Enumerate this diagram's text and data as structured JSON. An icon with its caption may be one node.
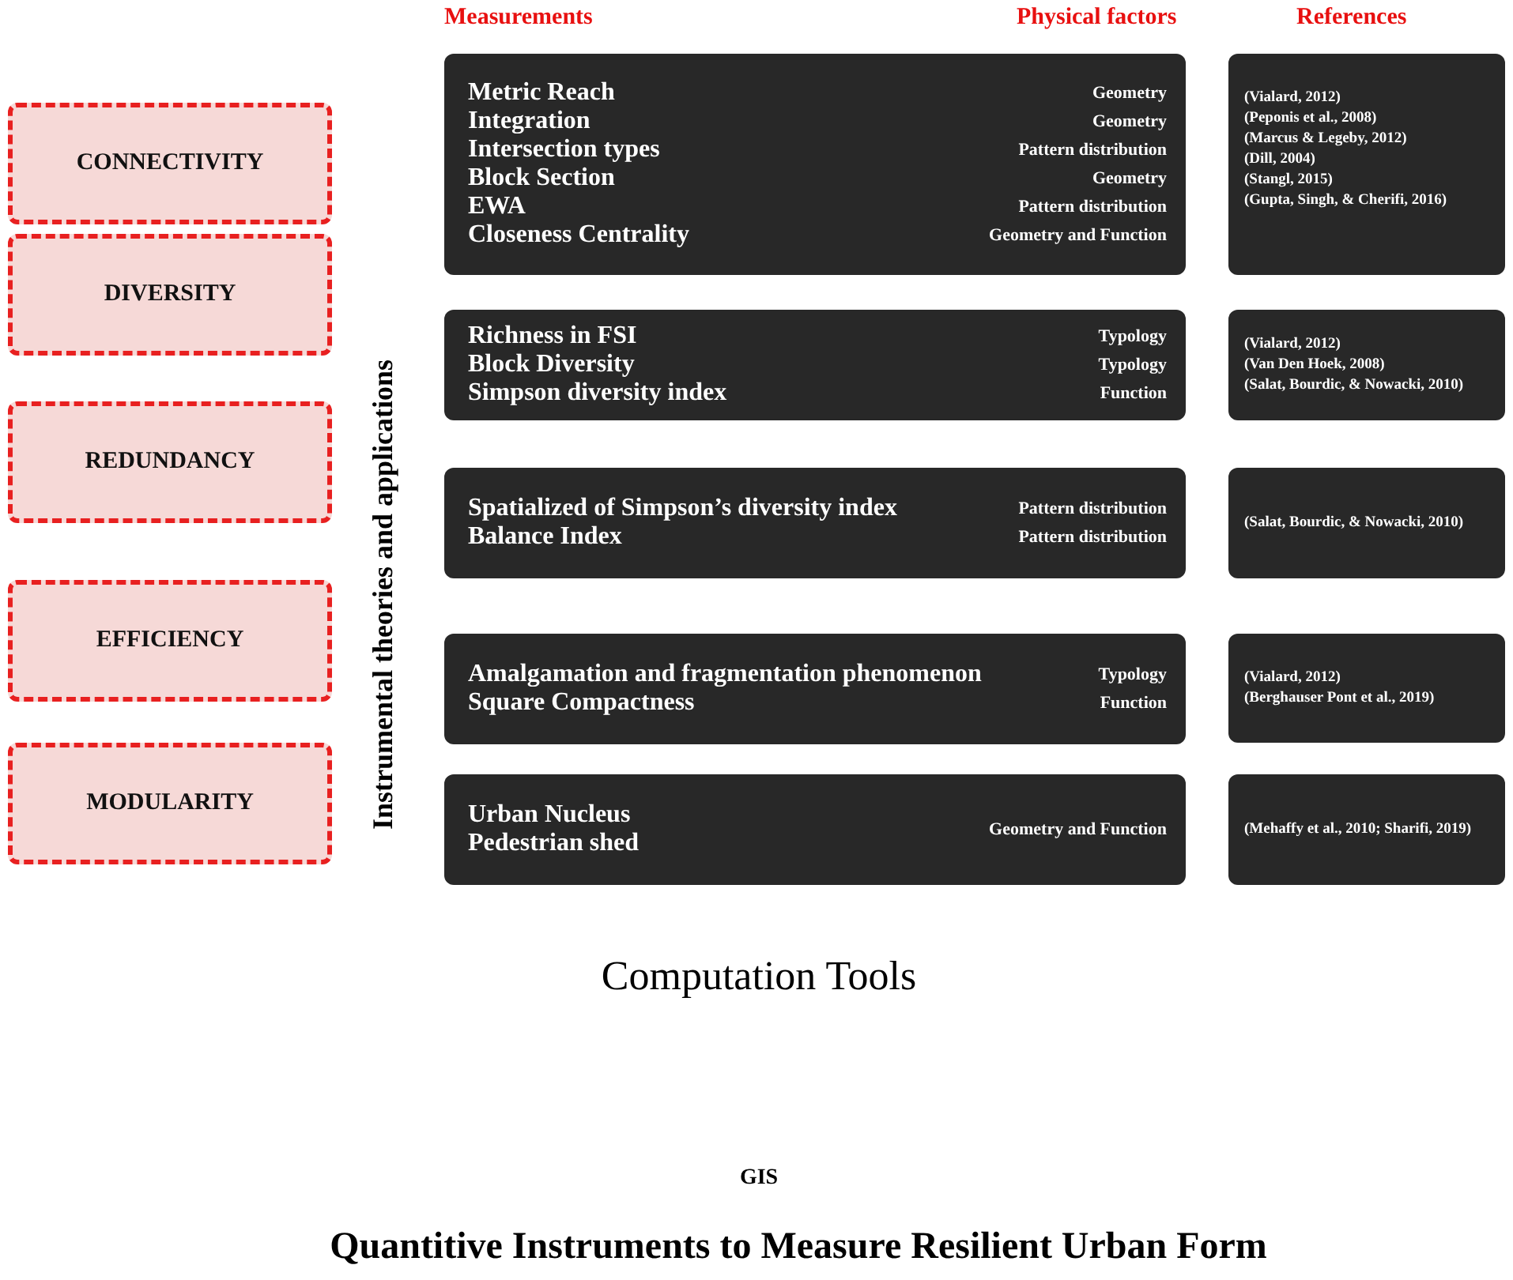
{
  "diagram": {
    "title": "Quantitive Instruments to Measure Resilient Urban Form",
    "nodes": [
      {
        "text": [
          "CONNECTIVITY"
        ]
      },
      {
        "text": [
          "DIVERSITY"
        ]
      },
      {
        "text": [
          "REDUNDANCY"
        ]
      },
      {
        "text": [
          "EFFICIENCY"
        ]
      },
      {
        "text": [
          "MODULARITY"
        ]
      },
      {
        "text": [
          "Metric Reach",
          "Integration",
          "Intersection types",
          "Block Section",
          "EWA",
          "Closeness Centrality",
          "Geometry",
          "Geometry",
          "Pattern distribution",
          "Geometry",
          "Pattern distribution",
          "Geometry and Function"
        ]
      },
      {
        "text": [
          "(Vialard, 2012)",
          "(Peponis et al., 2008)",
          "(Marcus & Legeby, 2012)",
          "(Dill, 2004)",
          "(Stangl, 2015)",
          "(Gupta, Singh, & Cherifi, 2016)"
        ]
      },
      {
        "text": [
          "Richness in FSI",
          "Block Diversity",
          "Simpson diversity index",
          "Typology",
          "Typology",
          "Function"
        ]
      },
      {
        "text": [
          "(Vialard, 2012)",
          "(Van Den Hoek, 2008)",
          "(Salat, Bourdic, & Nowacki, 2010)"
        ]
      },
      {
        "text": [
          "Spatialized of Simpson’s diversity index",
          "Balance Index",
          "Pattern distribution",
          "Pattern distribution"
        ]
      },
      {
        "text": [
          "(Salat, Bourdic, & Nowacki, 2010)"
        ]
      },
      {
        "text": [
          "Amalgamation and fragmentation phenomenon",
          "Square Compactness",
          "Typology",
          "Function"
        ]
      },
      {
        "text": [
          "(Vialard, 2012)",
          "(Berghauser Pont et al., 2019)"
        ]
      },
      {
        "text": [
          "Urban Nucleus",
          "Pedestrian shed",
          "Geometry and Function"
        ]
      },
      {
        "text": [
          "(Mehaffy et al., 2010; Sharifi, 2019)"
        ]
      }
    ],
    "labels": [
      "Measurements",
      "Physical factors",
      "References",
      "Instrumental theories and applications",
      "Computation Tools",
      "GIS"
    ]
  }
}
